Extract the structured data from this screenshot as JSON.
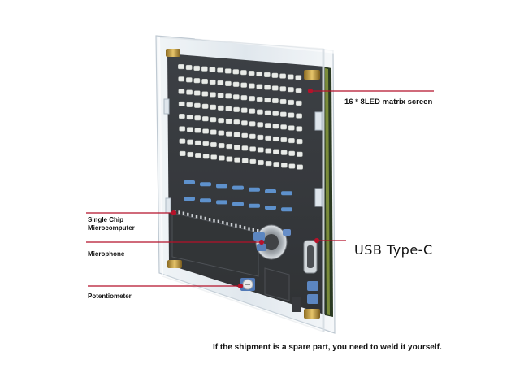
{
  "labels": {
    "led_matrix": "16 * 8LED matrix screen",
    "chip_line1": "Single Chip",
    "chip_line2": "Microcomputer",
    "microphone": "Microphone",
    "usb": "USB Type-C",
    "potentiometer": "Potentiometer"
  },
  "footer_note": "If the shipment is a spare part, you need to weld it yourself.",
  "matrix": {
    "columns": 16,
    "rows": 8
  },
  "colors": {
    "background": "#ffffff",
    "pointer_line": "#b5122a",
    "pcb": "#0d0f12",
    "acrylic_edge": "#c9d3dc",
    "led_off": "#e9ebe6",
    "standoff_brass": "#c8a24a",
    "resistor_blue": "#3f7cc4"
  }
}
